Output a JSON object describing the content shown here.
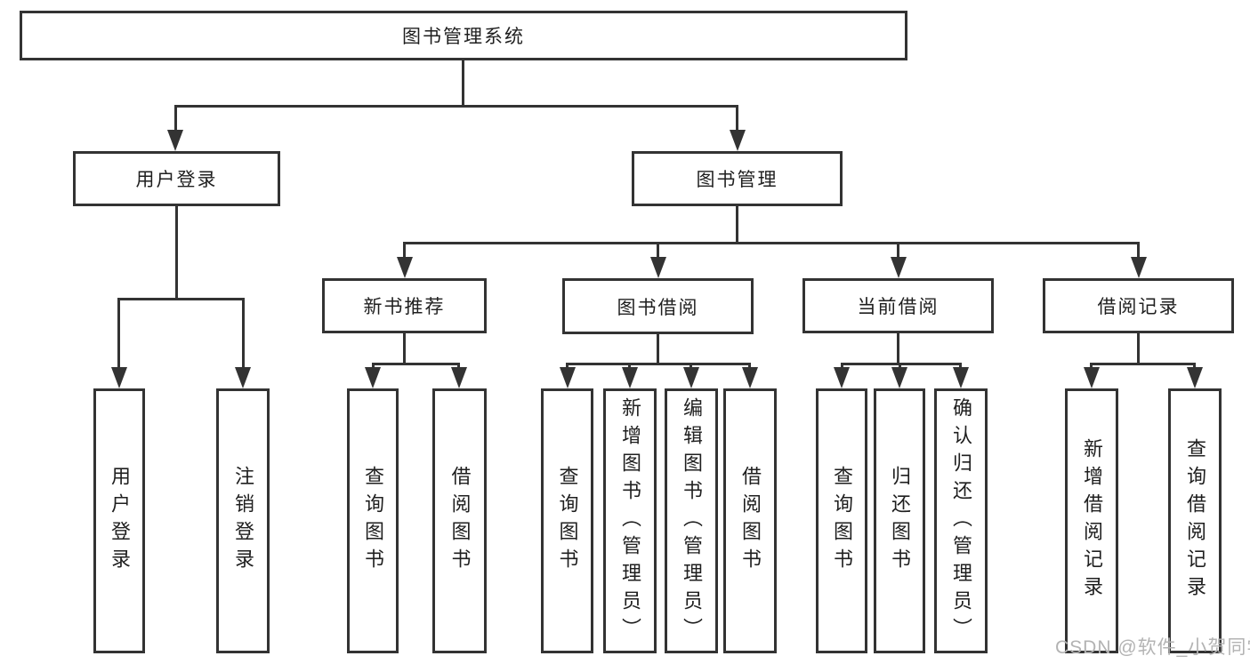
{
  "colors": {
    "line": "#333333",
    "text": "#1f1f1f",
    "box_background": "#ffffff",
    "page_background": "#ffffff",
    "watermark": "#b3b3b3"
  },
  "watermark": {
    "text": "CSDN @软件_小贺同学"
  },
  "tree": {
    "root": {
      "label": "图书管理系统",
      "children": [
        {
          "label": "用户登录",
          "children": [
            {
              "label": "用户登录"
            },
            {
              "label": "注销登录"
            }
          ]
        },
        {
          "label": "图书管理",
          "children": [
            {
              "label": "新书推荐",
              "children": [
                {
                  "label": "查询图书"
                },
                {
                  "label": "借阅图书"
                }
              ]
            },
            {
              "label": "图书借阅",
              "children": [
                {
                  "label": "查询图书"
                },
                {
                  "label": "新增图书（管理员）"
                },
                {
                  "label": "编辑图书（管理员）"
                },
                {
                  "label": "借阅图书"
                }
              ]
            },
            {
              "label": "当前借阅",
              "children": [
                {
                  "label": "查询图书"
                },
                {
                  "label": "归还图书"
                },
                {
                  "label": "确认归还（管理员）"
                }
              ]
            },
            {
              "label": "借阅记录",
              "children": [
                {
                  "label": "新增借阅记录"
                },
                {
                  "label": "查询借阅记录"
                }
              ]
            }
          ]
        }
      ]
    }
  }
}
